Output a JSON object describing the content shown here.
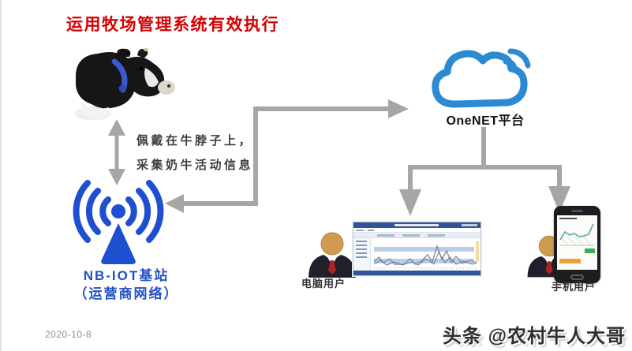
{
  "slide": {
    "title": "运用牧场管理系统有效执行",
    "date": "2020-10-8",
    "watermark": "头条 @农村牛人大哥"
  },
  "collar_note": {
    "line1": "佩戴在牛脖子上，",
    "line2": "采集奶牛活动信息"
  },
  "base_station": {
    "name": "NB-IOT基站",
    "network": "（运营商网络）"
  },
  "cloud_platform": {
    "name": "OneNET平台"
  },
  "users": {
    "pc_label": "电脑用户",
    "mobile_label": "手机用户"
  },
  "icons": {
    "cow": "cow-photo",
    "antenna": "nb-iot-antenna-icon",
    "cloud": "onenet-cloud-icon",
    "person": "business-person-icon",
    "monitor": "dashboard-screenshot",
    "phone": "smartphone-icon",
    "arrows": "gray-flow-arrows"
  },
  "colors": {
    "title_red": "#d40000",
    "station_blue": "#2350c8",
    "cloud_blue": "#2b8ad2",
    "arrow_gray": "#a6a6a6",
    "note_gray": "#3f3f3f"
  }
}
